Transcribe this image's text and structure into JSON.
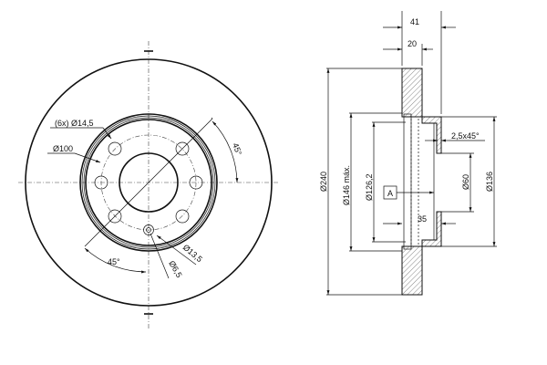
{
  "title": "Brake disc technical drawing",
  "front_view": {
    "bolt_holes_label": "(6x) Ø14,5",
    "pcd_label": "Ø100",
    "angle_top_label": "45°",
    "angle_bottom_label": "45°",
    "locator_outer_label": "Ø13,5",
    "locator_inner_label": "Ø6,5"
  },
  "side_view": {
    "total_height_label": "41",
    "disc_thickness_label": "20",
    "outer_diameter_label": "Ø240",
    "friction_inner_label": "Ø146 máx.",
    "hub_recess_label": "Ø126,2",
    "datum_label": "A",
    "chamfer_label": "2,5x45°",
    "center_bore_label": "Ø60",
    "hub_diameter_label": "Ø136",
    "hub_depth_label": "35"
  }
}
